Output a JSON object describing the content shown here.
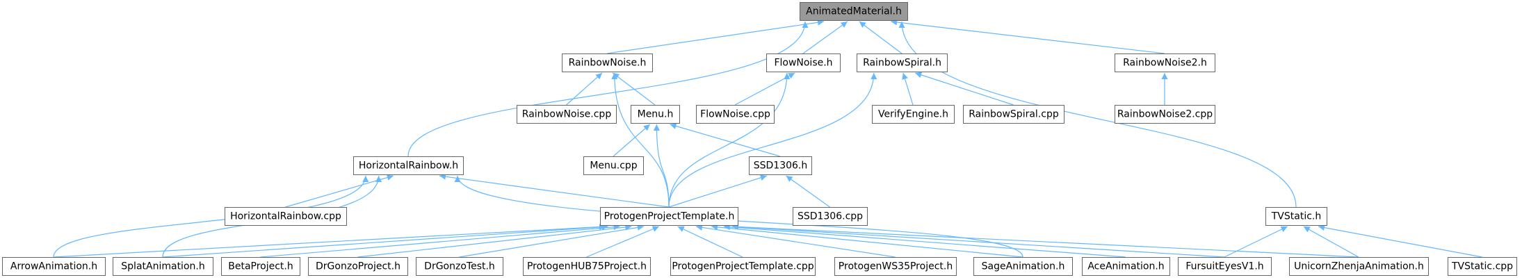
{
  "colors": {
    "edge": "#63b8ff",
    "node_border": "#666666",
    "root_fill": "#999999",
    "node_fill": "#ffffff"
  },
  "nodes": {
    "animated_material": "AnimatedMaterial.h",
    "rainbow_noise": "RainbowNoise.h",
    "flow_noise": "FlowNoise.h",
    "rainbow_spiral": "RainbowSpiral.h",
    "rainbow_noise2": "RainbowNoise2.h",
    "rainbow_noise_cpp": "RainbowNoise.cpp",
    "menu_h": "Menu.h",
    "flow_noise_cpp": "FlowNoise.cpp",
    "verify_engine": "VerifyEngine.h",
    "rainbow_spiral_cpp": "RainbowSpiral.cpp",
    "rainbow_noise2_cpp": "RainbowNoise2.cpp",
    "horizontal_rainbow": "HorizontalRainbow.h",
    "menu_cpp": "Menu.cpp",
    "ssd1306_h": "SSD1306.h",
    "horizontal_rainbow_cpp": "HorizontalRainbow.cpp",
    "protogen_template_h": "ProtogenProjectTemplate.h",
    "ssd1306_cpp": "SSD1306.cpp",
    "tvstatic_h": "TVStatic.h",
    "arrow_animation": "ArrowAnimation.h",
    "splat_animation": "SplatAnimation.h",
    "beta_project": "BetaProject.h",
    "drgonzo_project": "DrGonzoProject.h",
    "drgonzo_test": "DrGonzoTest.h",
    "protogen_hub75": "ProtogenHUB75Project.h",
    "protogen_template_cpp": "ProtogenProjectTemplate.cpp",
    "protogen_ws35": "ProtogenWS35Project.h",
    "sage_animation": "SageAnimation.h",
    "ace_animation": "AceAnimation.h",
    "fursuit_eyes": "FursuitEyesV1.h",
    "unicorn_zhenja": "UnicornZhenjaAnimation.h",
    "tvstatic_cpp": "TVStatic.cpp"
  },
  "edges": [
    [
      "rainbow_noise",
      "animated_material"
    ],
    [
      "flow_noise",
      "animated_material"
    ],
    [
      "rainbow_spiral",
      "animated_material"
    ],
    [
      "rainbow_noise2",
      "animated_material"
    ],
    [
      "horizontal_rainbow",
      "animated_material"
    ],
    [
      "tvstatic_h",
      "animated_material"
    ],
    [
      "rainbow_noise_cpp",
      "rainbow_noise"
    ],
    [
      "menu_h",
      "rainbow_noise"
    ],
    [
      "protogen_template_h",
      "rainbow_noise"
    ],
    [
      "flow_noise_cpp",
      "flow_noise"
    ],
    [
      "protogen_template_h",
      "flow_noise"
    ],
    [
      "verify_engine",
      "rainbow_spiral"
    ],
    [
      "rainbow_spiral_cpp",
      "rainbow_spiral"
    ],
    [
      "protogen_template_h",
      "rainbow_spiral"
    ],
    [
      "rainbow_noise2_cpp",
      "rainbow_noise2"
    ],
    [
      "menu_cpp",
      "menu_h"
    ],
    [
      "ssd1306_h",
      "menu_h"
    ],
    [
      "protogen_template_h",
      "menu_h"
    ],
    [
      "protogen_template_h",
      "ssd1306_h"
    ],
    [
      "ssd1306_cpp",
      "ssd1306_h"
    ],
    [
      "horizontal_rainbow_cpp",
      "horizontal_rainbow"
    ],
    [
      "protogen_template_h",
      "horizontal_rainbow"
    ],
    [
      "arrow_animation",
      "horizontal_rainbow"
    ],
    [
      "splat_animation",
      "horizontal_rainbow"
    ],
    [
      "sage_animation",
      "horizontal_rainbow"
    ],
    [
      "arrow_animation",
      "protogen_template_h"
    ],
    [
      "splat_animation",
      "protogen_template_h"
    ],
    [
      "beta_project",
      "protogen_template_h"
    ],
    [
      "drgonzo_project",
      "protogen_template_h"
    ],
    [
      "drgonzo_test",
      "protogen_template_h"
    ],
    [
      "protogen_hub75",
      "protogen_template_h"
    ],
    [
      "protogen_template_cpp",
      "protogen_template_h"
    ],
    [
      "protogen_ws35",
      "protogen_template_h"
    ],
    [
      "sage_animation",
      "protogen_template_h"
    ],
    [
      "ace_animation",
      "protogen_template_h"
    ],
    [
      "fursuit_eyes",
      "protogen_template_h"
    ],
    [
      "unicorn_zhenja",
      "protogen_template_h"
    ],
    [
      "fursuit_eyes",
      "tvstatic_h"
    ],
    [
      "unicorn_zhenja",
      "tvstatic_h"
    ],
    [
      "tvstatic_cpp",
      "tvstatic_h"
    ]
  ]
}
